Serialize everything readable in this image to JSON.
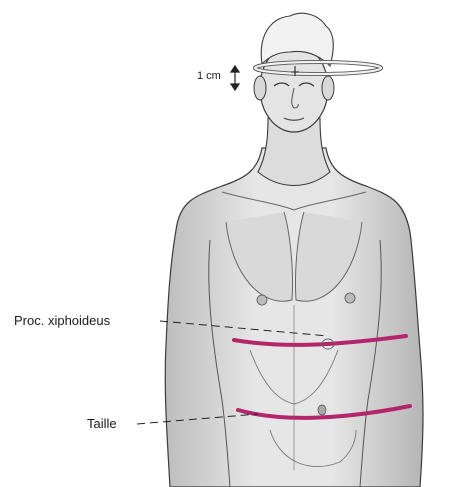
{
  "labels": {
    "head_offset": "1 cm",
    "xiphoid": "Proc. xiphoideus",
    "waist": "Taille"
  },
  "colors": {
    "tape_head": "#f2f2f2",
    "tape_body": "#b3266b",
    "skin": "#e3e3e3",
    "skin_shadow": "#b7b7b7",
    "outline": "#3b3b3b"
  }
}
